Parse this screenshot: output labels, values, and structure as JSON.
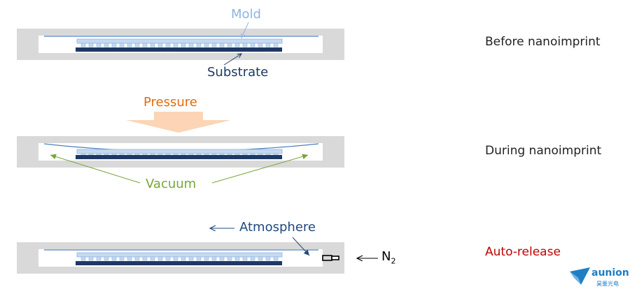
{
  "labels": {
    "mold": "Mold",
    "substrate": "Substrate",
    "pressure": "Pressure",
    "vacuum": "Vacuum",
    "atmosphere": "Atmosphere",
    "n2_base": "N",
    "n2_sub": "2"
  },
  "steps": [
    "Before nanoimprint",
    "During nanoimprint",
    "Auto-release"
  ],
  "logo": {
    "name": "aunion",
    "subtitle": "昊量光电"
  },
  "colors": {
    "chamber": "#d9d9d9",
    "mold": "#c5d9f1",
    "mold_text": "#8eb4e3",
    "substrate": "#1f3864",
    "substrate_text": "#1f3864",
    "pressure": "#e46c0a",
    "pressure_arrow": "#fbd5b5",
    "vacuum": "#77a637",
    "atmosphere": "#1f497d",
    "auto_release": "#c00000",
    "film": "#4f81bd",
    "logo": "#1f7fc4"
  }
}
